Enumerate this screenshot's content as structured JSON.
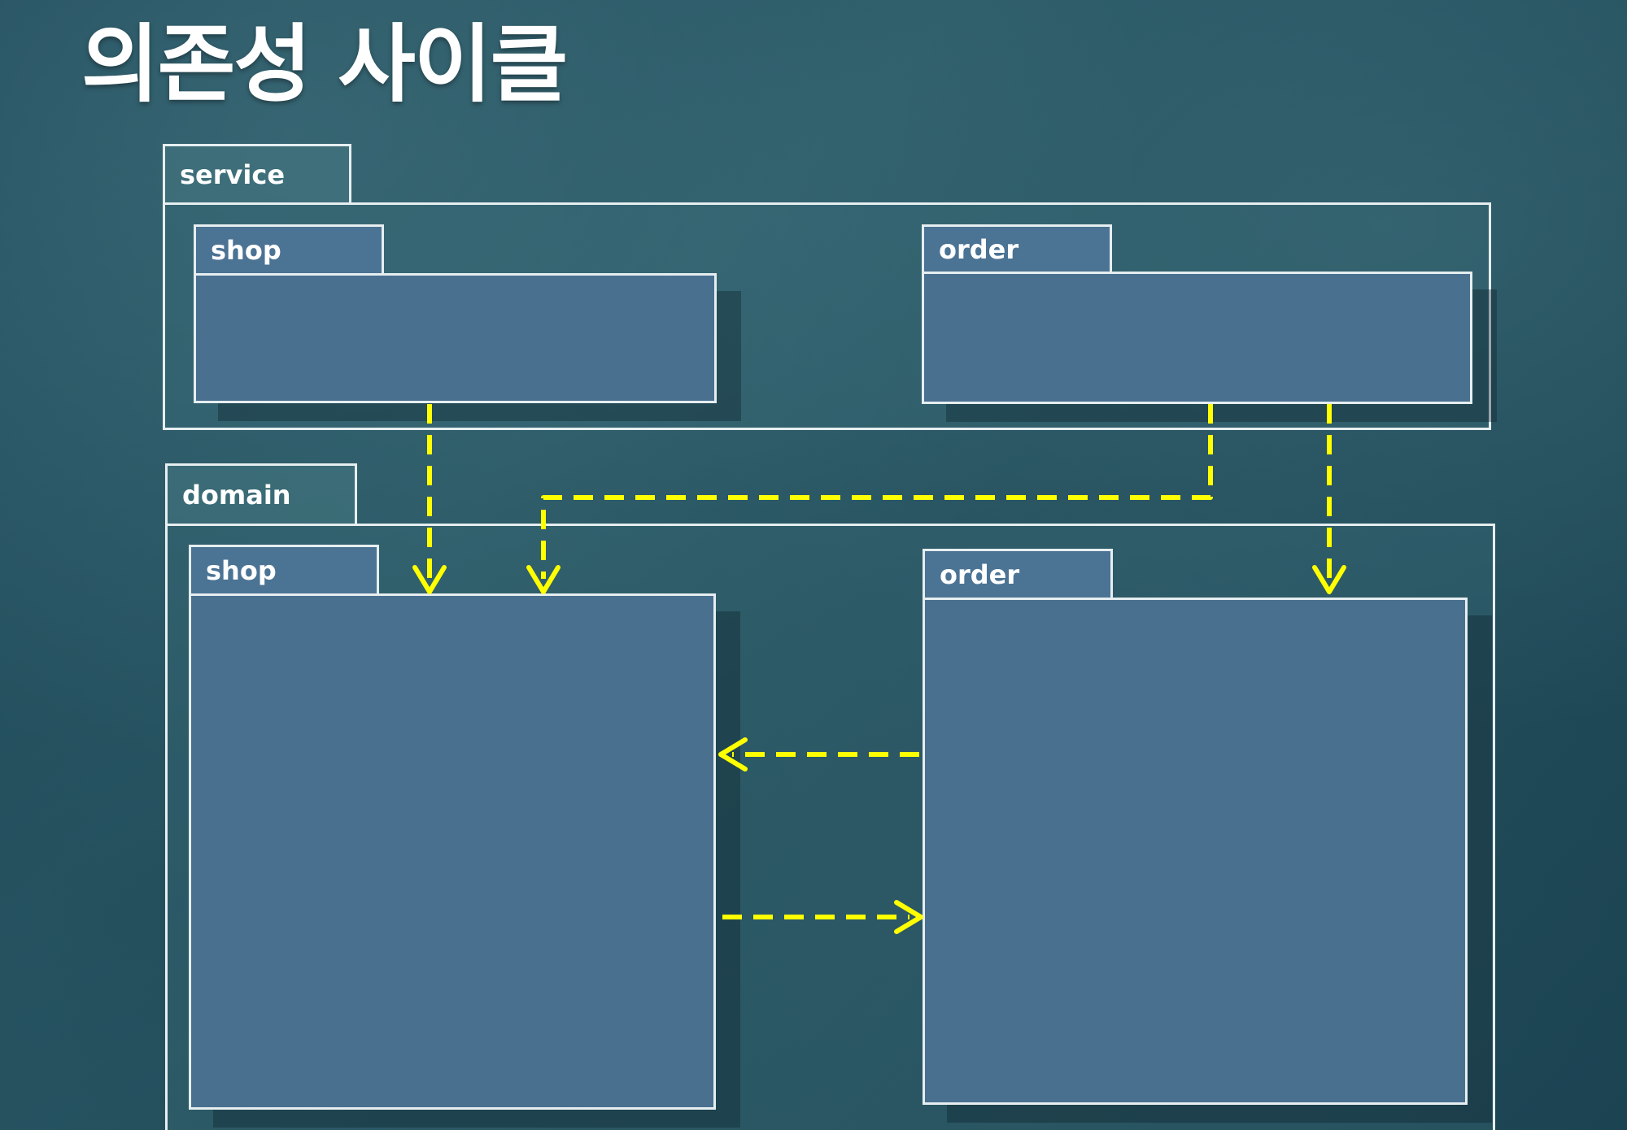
{
  "title": "의존성 사이클",
  "colors": {
    "arrow": "#ffff00",
    "border": "#e6eef0",
    "package_fill": "#4a7090"
  },
  "packages": {
    "service": {
      "label": "service",
      "shop": {
        "label": "shop"
      },
      "order": {
        "label": "order"
      }
    },
    "domain": {
      "label": "domain",
      "shop": {
        "label": "shop"
      },
      "order": {
        "label": "order"
      }
    }
  },
  "dependencies": [
    {
      "from": "service.shop",
      "to": "domain.shop"
    },
    {
      "from": "service.order",
      "to": "domain.shop"
    },
    {
      "from": "service.order",
      "to": "domain.order"
    },
    {
      "from": "domain.order",
      "to": "domain.shop"
    },
    {
      "from": "domain.shop",
      "to": "domain.order"
    }
  ]
}
